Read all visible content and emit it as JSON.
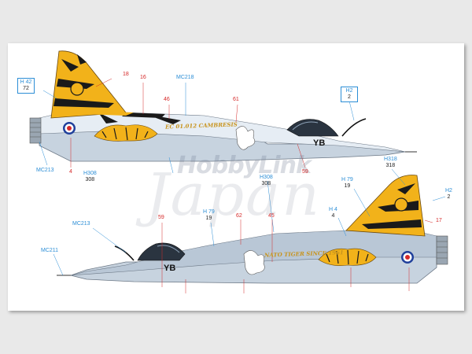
{
  "watermark": {
    "line1": "HobbyLink",
    "line2": "Japan"
  },
  "top_aircraft": {
    "nose_code": "YB",
    "unit_text": "EC 01.012 CAMBRESIS",
    "callouts": {
      "c18": "18",
      "c16": "16",
      "mc218": "MC218",
      "c46": "46",
      "c61": "61",
      "h42": {
        "code": "H 42",
        "num": "72"
      },
      "h2": {
        "code": "H2",
        "num": "2"
      },
      "mc213": "MC213",
      "c4": "4",
      "h308": {
        "code": "H308",
        "num": "308"
      },
      "c59": "59"
    }
  },
  "bottom_aircraft": {
    "nose_code": "YB",
    "unit_text": "NATO TIGER SINCE 1961",
    "callouts": {
      "h308": {
        "code": "H308",
        "num": "308"
      },
      "h318": {
        "code": "H318",
        "num": "318"
      },
      "h79a": {
        "code": "H 79",
        "num": "19"
      },
      "h2": {
        "code": "H2",
        "num": "2"
      },
      "h4": {
        "code": "H 4",
        "num": "4"
      },
      "c17": "17",
      "c59": "59",
      "h79b": {
        "code": "H 79",
        "num": "19"
      },
      "c62": "62",
      "c45": "45",
      "mc213": "MC213",
      "mc211": "MC211"
    }
  },
  "colors": {
    "body_grey": "#b9c7d6",
    "body_light": "#e6edf4",
    "tiger_yellow": "#f2b21a",
    "stripe_black": "#1a1a1a",
    "callout_red": "#d62a2a",
    "callout_blue": "#2c8ed6"
  }
}
